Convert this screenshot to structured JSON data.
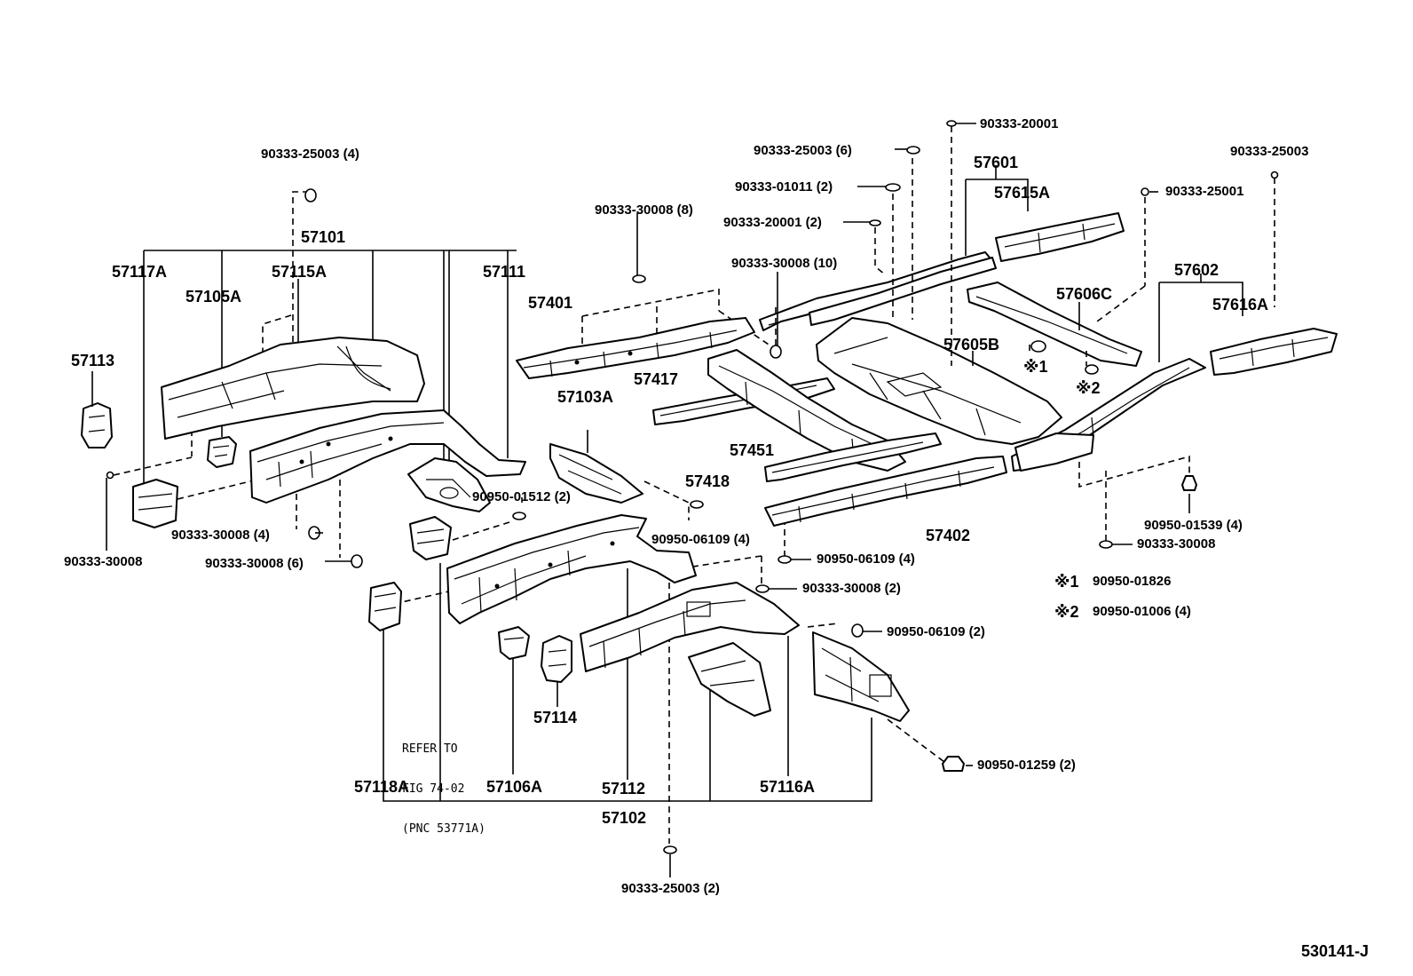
{
  "figure_code": "530141-J",
  "colors": {
    "ink": "#000000",
    "paper": "#ffffff"
  },
  "refer_note": [
    "REFER TO",
    "FIG 74-02",
    "(PNC 53771A)"
  ],
  "footnotes": [
    {
      "mark": "※1",
      "part": "90950-01826"
    },
    {
      "mark": "※2",
      "part": "90950-01006 (4)"
    }
  ],
  "part_labels": {
    "p57101": "57101",
    "p57117A": "57117A",
    "p57115A": "57115A",
    "p57111": "57111",
    "p57105A": "57105A",
    "p57113": "57113",
    "p57401": "57401",
    "p57417": "57417",
    "p57103A": "57103A",
    "p57451": "57451",
    "p57418": "57418",
    "p57402": "57402",
    "p57601": "57601",
    "p57615A": "57615A",
    "p57606C": "57606C",
    "p57605B": "57605B",
    "p57602": "57602",
    "p57616A": "57616A",
    "p57114": "57114",
    "p57118A": "57118A",
    "p57106A": "57106A",
    "p57112": "57112",
    "p57102": "57102",
    "p57116A": "57116A",
    "mark1": "※1",
    "mark2": "※2"
  },
  "fasteners": {
    "f1": "90333-25003 (4)",
    "f2": "90333-30008",
    "f3": "90333-30008 (4)",
    "f4": "90333-30008 (6)",
    "f5": "90333-30008 (8)",
    "f6": "90950-01512 (2)",
    "f7": "90950-06109 (4)",
    "f8": "90333-20001",
    "f9": "90333-25003 (6)",
    "f10": "90333-01011 (2)",
    "f11": "90333-20001 (2)",
    "f12": "90333-30008 (10)",
    "f13": "90333-25003",
    "f14": "90333-25001",
    "f15": "90950-01539 (4)",
    "f16": "90333-30008",
    "f17": "90950-06109 (4)",
    "f18": "90333-30008 (2)",
    "f19": "90950-06109 (2)",
    "f20": "90950-01259 (2)",
    "f21": "90333-25003 (2)"
  }
}
